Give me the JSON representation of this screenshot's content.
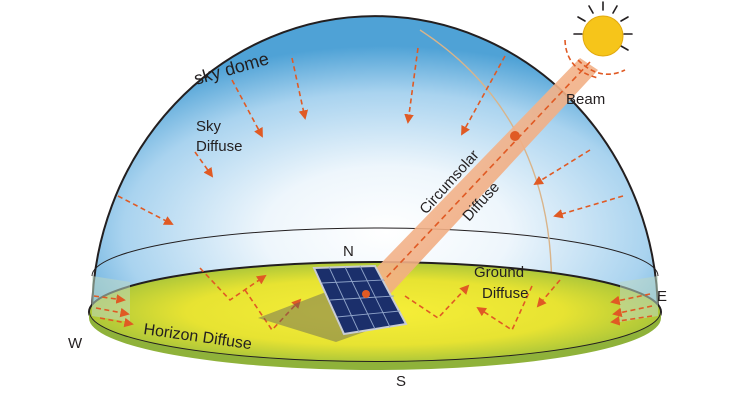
{
  "diagram": {
    "labels": {
      "sky_dome": "sky dome",
      "sky_diffuse_1": "Sky",
      "sky_diffuse_2": "Diffuse",
      "beam": "Beam",
      "circumsolar_1": "Circumsolar",
      "circumsolar_2": "Diffuse",
      "ground_diffuse_1": "Ground",
      "ground_diffuse_2": "Diffuse",
      "horizon_diffuse": "Horizon Diffuse",
      "north": "N",
      "south": "S",
      "east": "E",
      "west": "W"
    },
    "colors": {
      "dome_edge": "#5ba9d9",
      "dome_center": "#ffffff",
      "ground_center": "#f5ec34",
      "ground_edge": "#a7c43a",
      "arrow": "#e05a24",
      "beam": "#f0a173",
      "sun": "#f6c51a",
      "panel": "#1b2f6b"
    },
    "icons": [
      "sun-icon",
      "solar-panel-icon"
    ]
  }
}
